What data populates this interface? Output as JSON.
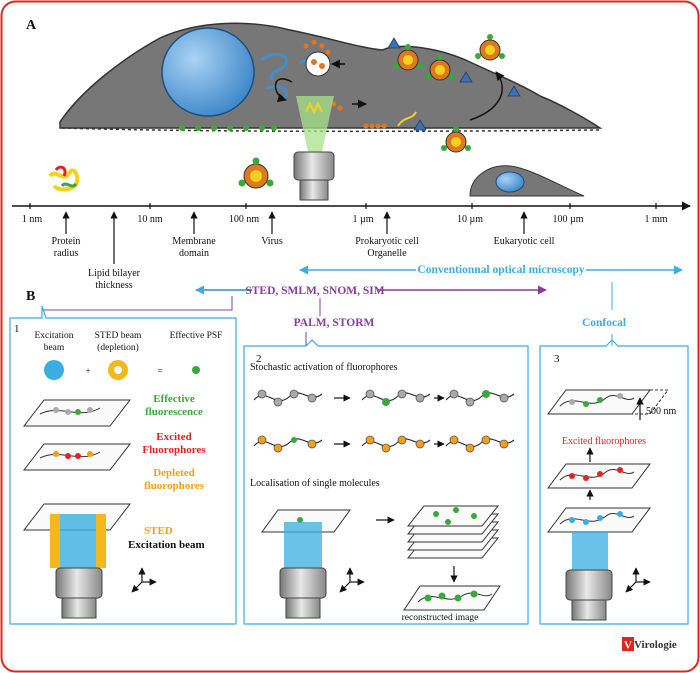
{
  "panel_a": {
    "letter": "A",
    "scale_ticks": [
      "1 nm",
      "10 nm",
      "100 nm",
      "1 µm",
      "10 µm",
      "100 µm",
      "1 mm"
    ],
    "features": {
      "protein": [
        "Protein",
        "radius"
      ],
      "lipid": [
        "Lipid bilayer",
        "thickness"
      ],
      "membrane": [
        "Membrane",
        "domain"
      ],
      "virus": [
        "Virus"
      ],
      "prokaryotic": [
        "Prokaryotic cell",
        "Organelle"
      ],
      "eukaryotic": [
        "Eukaryotic cell"
      ]
    },
    "conventional": "Conventionnal optical microscopy"
  },
  "panel_b": {
    "letter": "B",
    "sted_group": "STED, SMLM, SNOM, SIM",
    "palm_storm": "PALM, STORM",
    "confocal": "Confocal",
    "box1": {
      "number": "1",
      "excitation_beam": [
        "Excitation",
        "beam"
      ],
      "sted_beam": [
        "STED beam",
        "(depletion)"
      ],
      "effective_psf": "Effective PSF",
      "plus": "+",
      "equals": "=",
      "effective_fluorescence": [
        "Effective",
        "fluorescence"
      ],
      "excited_fluorophores": [
        "Excited",
        "Fluorophores"
      ],
      "depleted_fluorophores": [
        "Depleted",
        "fluorophores"
      ],
      "sted_label": "STED",
      "excitation_label": "Excitation beam"
    },
    "box2": {
      "number": "2",
      "stochastic": "Stochastic activation of fluorophores",
      "localisation": "Localisation of single molecules",
      "reconstructed": "reconstructed image"
    },
    "box3": {
      "number": "3",
      "nm500": "500 nm",
      "excited_fluorophores": "Excited fluorophores"
    }
  },
  "logo": {
    "text": "Virologie",
    "initial": "V"
  },
  "colors": {
    "frame_red": "#e0261c",
    "light_blue": "#3aaee0",
    "purple": "#8a3c9e",
    "green": "#3aa83a",
    "red": "#e32222",
    "orange": "#f2a01c",
    "cell_gray": "#7a7a7a",
    "nucleus_blue": "#3f8fd0"
  }
}
